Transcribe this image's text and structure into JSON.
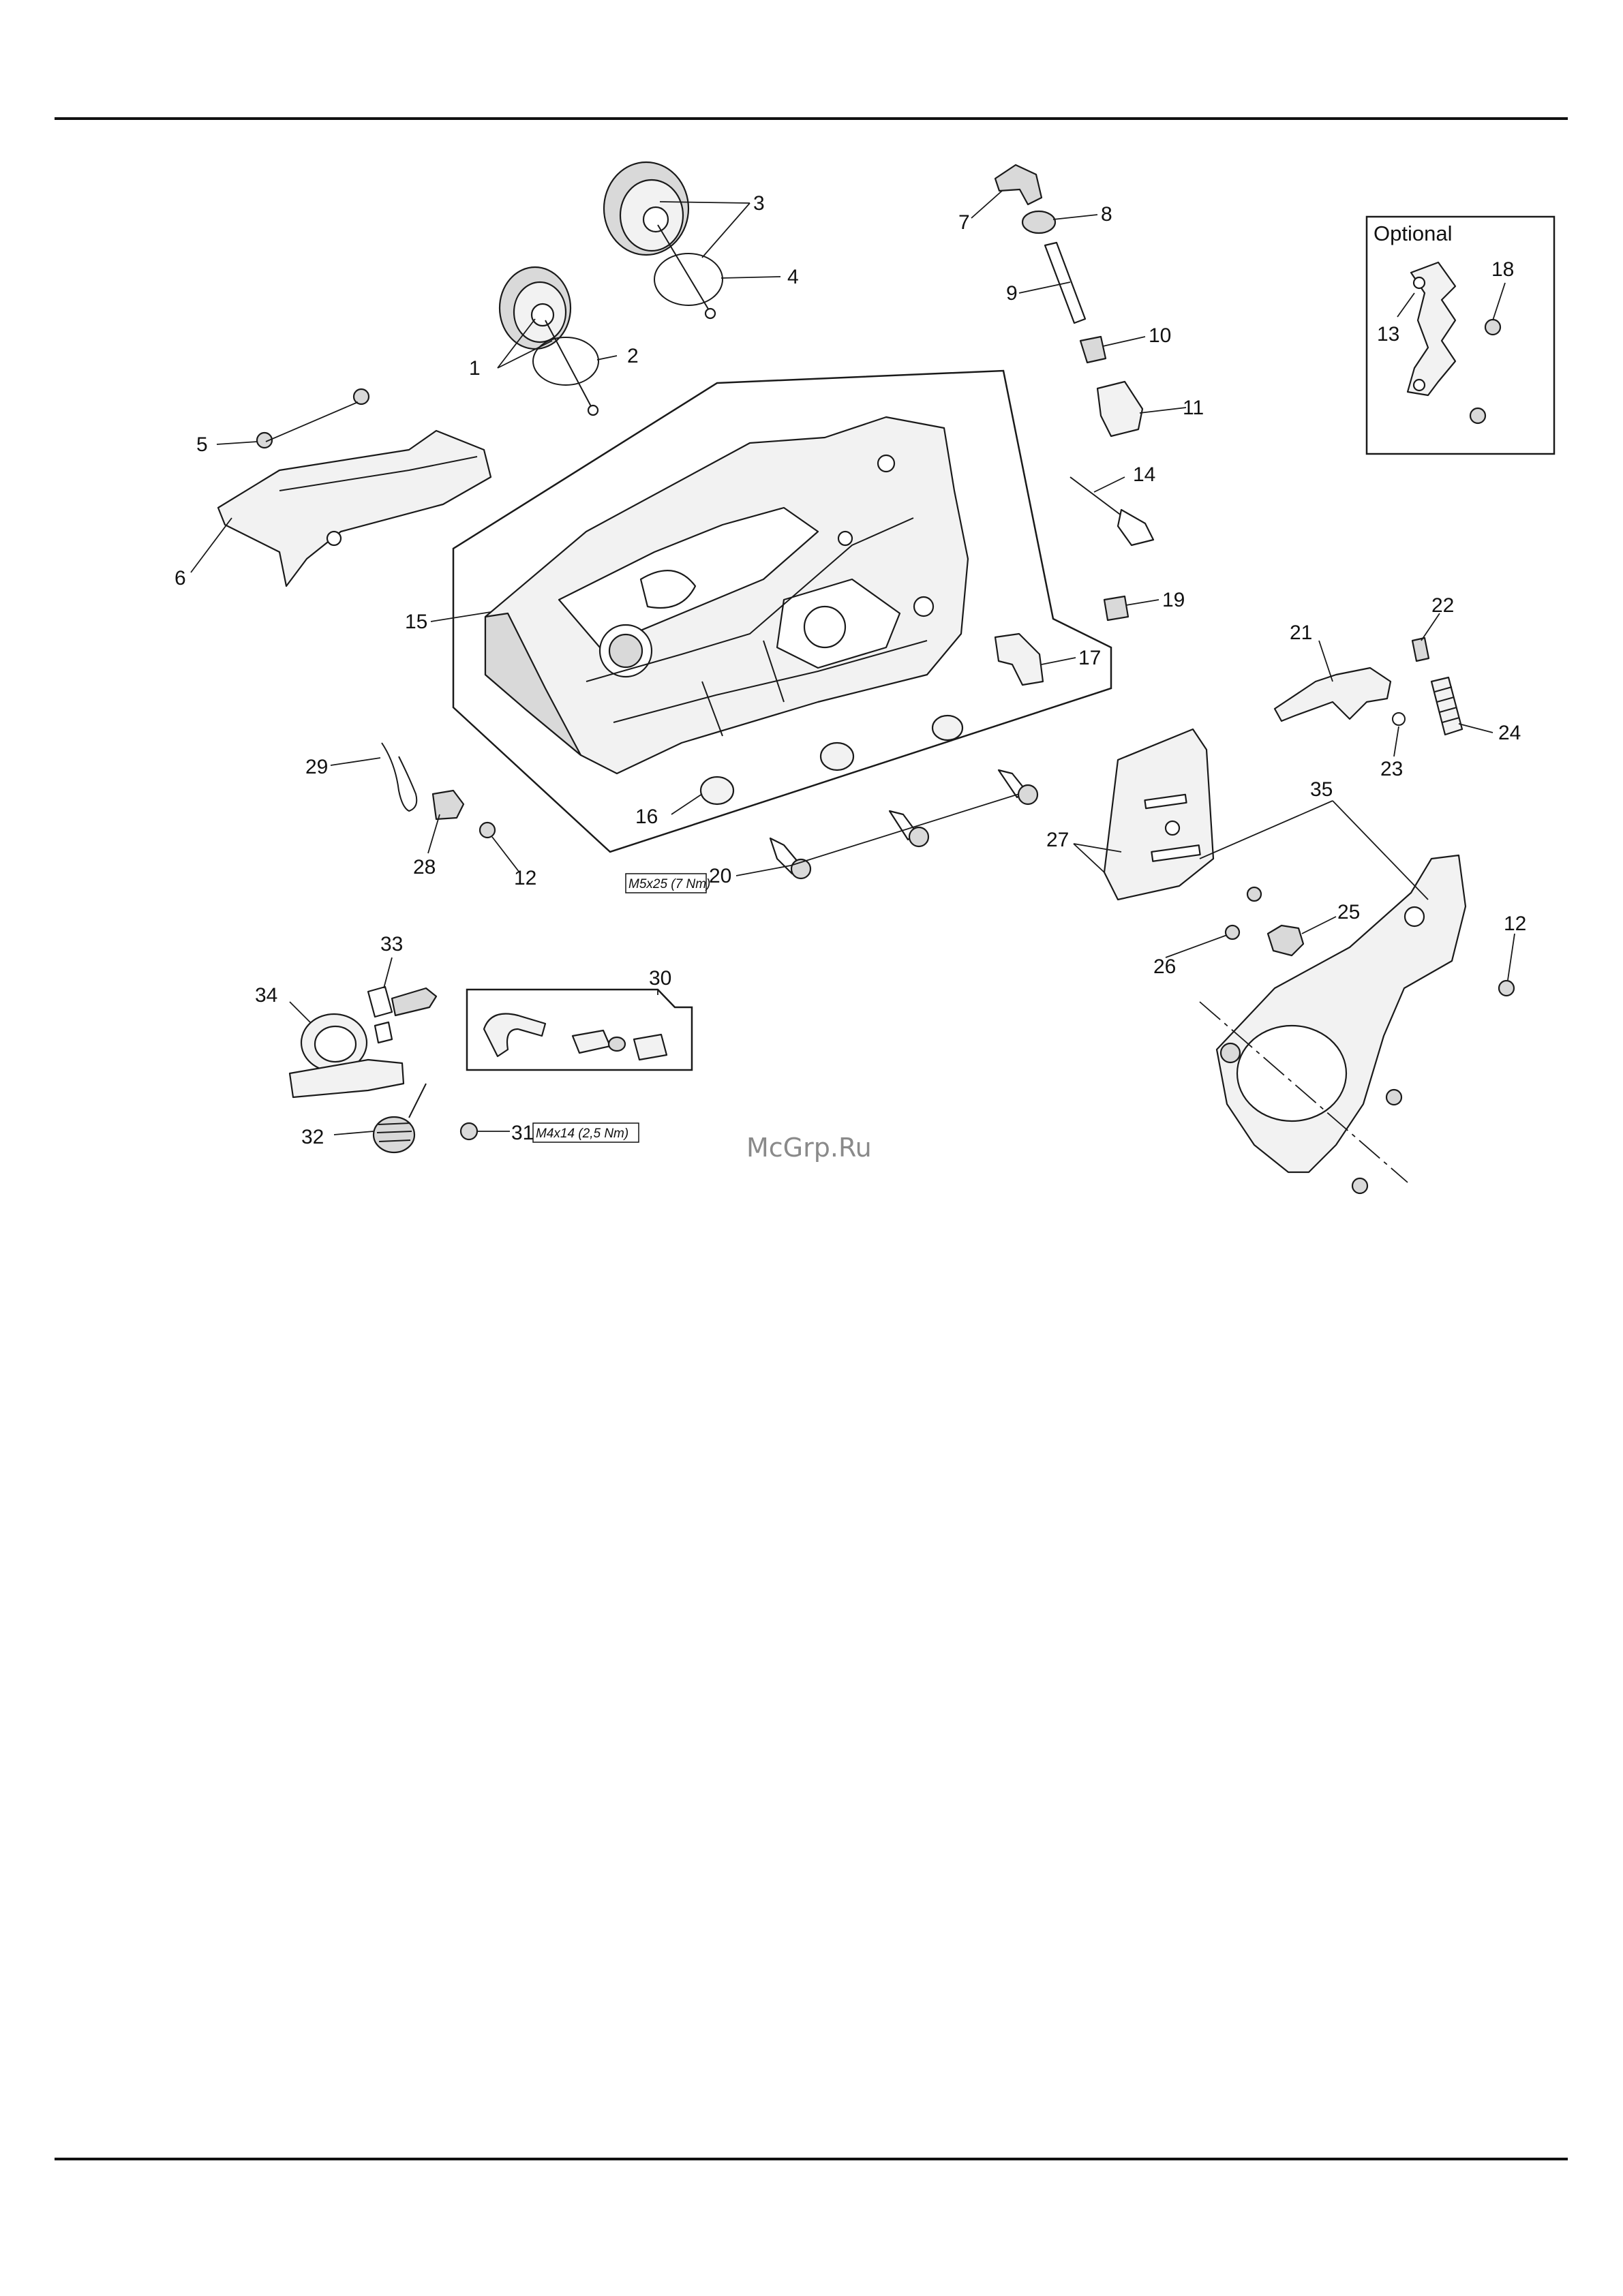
{
  "optional_box": {
    "label": "Optional"
  },
  "callouts": {
    "c1": "1",
    "c2": "2",
    "c3": "3",
    "c4": "4",
    "c5": "5",
    "c6": "6",
    "c7": "7",
    "c8": "8",
    "c9": "9",
    "c10": "10",
    "c11": "11",
    "c12a": "12",
    "c12b": "12",
    "c13": "13",
    "c14": "14",
    "c15": "15",
    "c16": "16",
    "c17": "17",
    "c18": "18",
    "c19": "19",
    "c20": "20",
    "c21": "21",
    "c22": "22",
    "c23": "23",
    "c24": "24",
    "c25": "25",
    "c26": "26",
    "c27": "27",
    "c28": "28",
    "c29": "29",
    "c30": "30",
    "c31": "31",
    "c32": "32",
    "c33": "33",
    "c34": "34",
    "c35": "35"
  },
  "torque": {
    "t20": "M5x25 (7 Nm)",
    "t31": "M4x14 (2,5 Nm)"
  },
  "watermark": "McGrp.Ru"
}
